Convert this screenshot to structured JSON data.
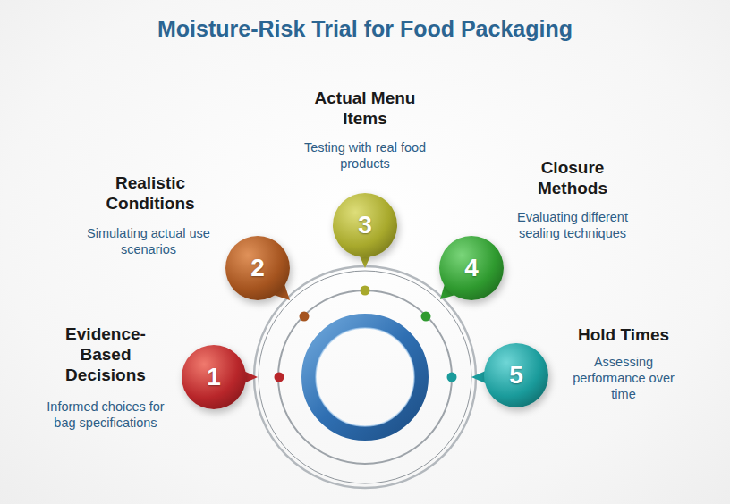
{
  "diagram": {
    "title": "Moisture-Risk Trial for Food Packaging",
    "nodes": [
      {
        "text": [
          "1",
          "Evidence-Based Decisions",
          "Informed choices for bag specifications"
        ]
      },
      {
        "text": [
          "2",
          "Realistic Conditions",
          "Simulating actual use scenarios"
        ]
      },
      {
        "text": [
          "3",
          "Actual Menu Items",
          "Testing with real food products"
        ]
      },
      {
        "text": [
          "4",
          "Closure Methods",
          "Evaluating different sealing techniques"
        ]
      },
      {
        "text": [
          "5",
          "Hold Times",
          "Assessing performance over time"
        ]
      }
    ]
  }
}
